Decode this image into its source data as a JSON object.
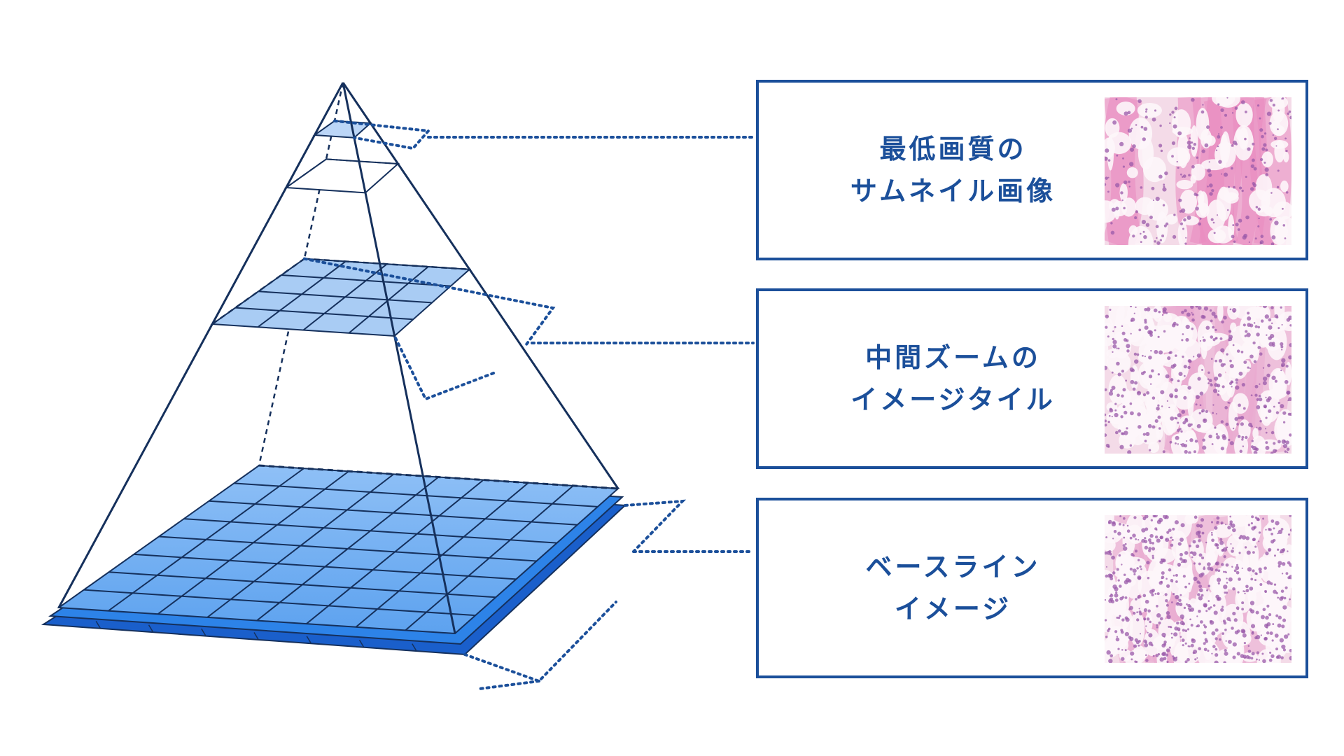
{
  "colors": {
    "frame": "#1b4f9a",
    "pyramid_line": "#15305c",
    "dotted": "#1b4f9a",
    "level_light": "#bcd6f7",
    "level_mid": "#a9ccf4",
    "level_base_top": "#5da2ef",
    "level_base_mid": "#2d83e8",
    "level_base_bottom": "#1a5fcb",
    "tissue_pink": "#e98ac0",
    "tissue_purple": "#9a5aa9"
  },
  "levels": [
    {
      "name": "thumbnail",
      "label_lines": [
        "最低画質の",
        "サムネイル画像"
      ],
      "thumbnail_icon": "histology-thumbnail-image"
    },
    {
      "name": "intermediate",
      "label_lines": [
        "中間ズームの",
        "イメージタイル"
      ],
      "thumbnail_icon": "histology-intermediate-image"
    },
    {
      "name": "baseline",
      "label_lines": [
        "ベースライン",
        "イメージ"
      ],
      "thumbnail_icon": "histology-baseline-image"
    }
  ],
  "grid": {
    "top_level_cells": 1,
    "intermediate_cells": 4,
    "baseline_cells": 8
  }
}
